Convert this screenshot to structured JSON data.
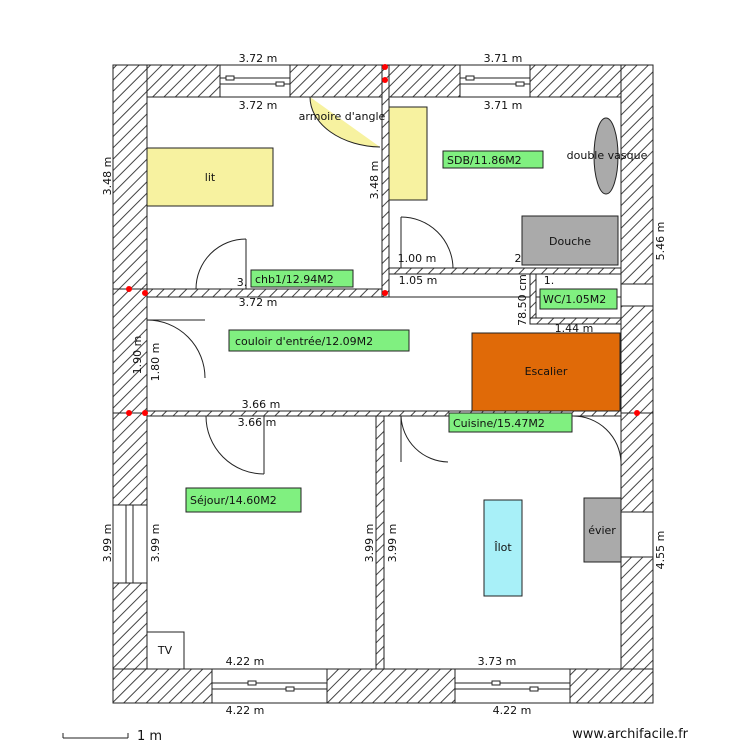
{
  "colors": {
    "wall_fill": "#ffffff",
    "wall_hatch": "#444444",
    "room_label_bg": "#80f080",
    "furniture_yellow": "#f7f2a0",
    "furniture_gray": "#aaaaaa",
    "stairs": "#e06a08",
    "island": "#a8f0f8",
    "joint_red": "#ff0000"
  },
  "rooms": {
    "chb1": "chb1/12.94M2",
    "sdb": "SDB/11.86M2",
    "couloir": "couloir d'entrée/12.09M2",
    "wc": "WC/1.05M2",
    "cuisine": "Cuisine/15.47M2",
    "sejour": "Séjour/14.60M2"
  },
  "furniture": {
    "lit": "lit",
    "armoire": "armoire d'angle",
    "vasque": "double vasque",
    "douche": "Douche",
    "escalier": "Escalier",
    "ilot": "Îlot",
    "evier": "évier",
    "tv": "TV"
  },
  "dimensions": {
    "top_left_out": "3.72 m",
    "top_left_in": "3.72 m",
    "top_right_out": "3.71 m",
    "top_right_in": "3.71 m",
    "left_chb_out": "3.48 m",
    "chb_right": "3.48 m",
    "sdb_door": "1.00 m",
    "sdb_bottom": "1.05 m",
    "chb_bottom_1": "3.",
    "chb_bottom_2": "3.72 m",
    "right_upper": "5.46 m",
    "wc_2": "2",
    "wc_h": "78.50 cm",
    "wc_top": "1.",
    "wc_bottom": "1.44 m",
    "couloir_left_out": "1.90 m",
    "couloir_left_in": "1.80 m",
    "couloir_bottom": "3.66 m",
    "sejour_top": "3.66 m",
    "sejour_left_out": "3.99 m",
    "sejour_left_in": "3.99 m",
    "sejour_right": "3.99 m",
    "cuisine_left": "3.99 m",
    "right_lower": "4.55 m",
    "sejour_bottom_in": "4.22 m",
    "cuisine_bottom_in": "3.73 m",
    "bottom_left_out": "4.22 m",
    "bottom_right_out": "4.22 m"
  },
  "scale": "1 m",
  "credit": "www.archifacile.fr"
}
